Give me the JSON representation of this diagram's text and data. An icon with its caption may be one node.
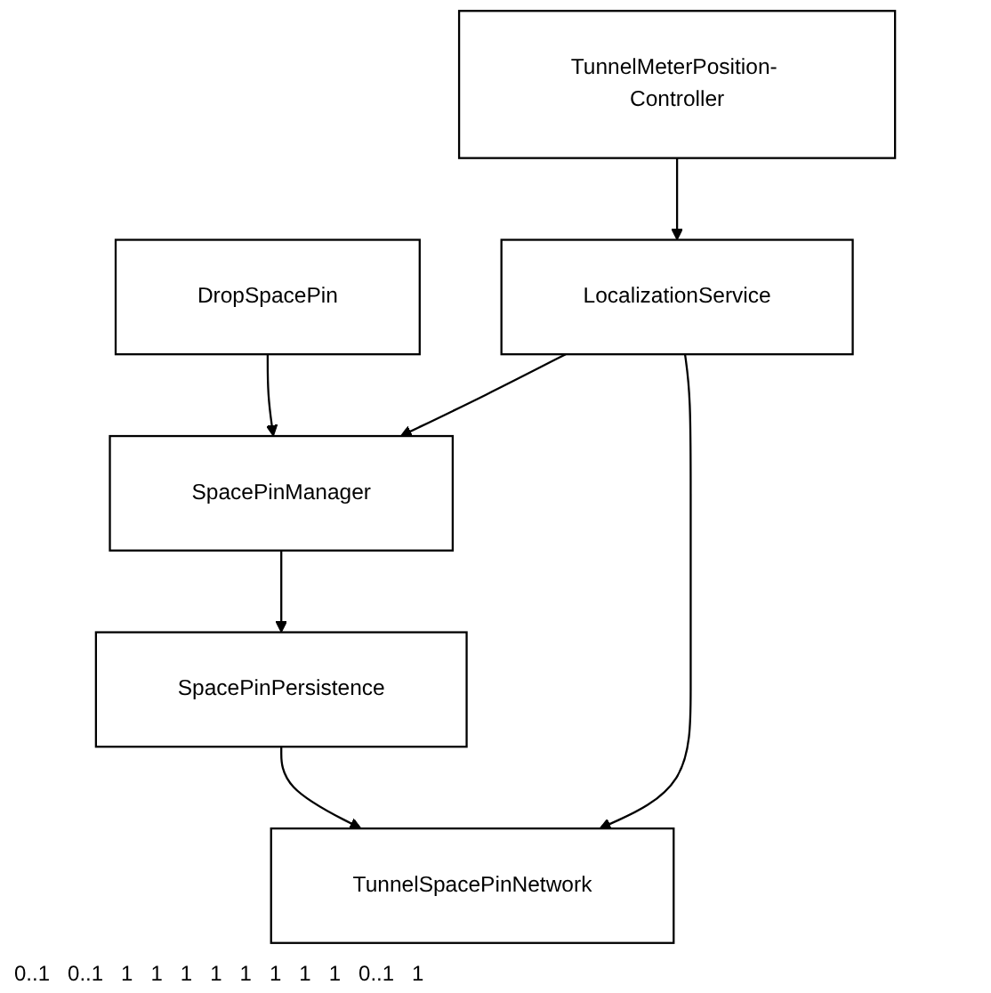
{
  "diagram": {
    "nodes": [
      {
        "text": [
          "DropSpacePin"
        ]
      },
      {
        "text": [
          "TunnelMeterPosition- Controller"
        ]
      },
      {
        "text": [
          "SpacePinManager"
        ]
      },
      {
        "text": [
          "LocalizationService"
        ]
      },
      {
        "text": [
          "SpacePinPersistence"
        ]
      },
      {
        "text": [
          "TunnelSpacePinNetwork"
        ]
      }
    ],
    "edges": [
      {
        "from": 0,
        "to": 2,
        "arrow": "to"
      },
      {
        "from": 1,
        "to": 3,
        "arrow": "to"
      },
      {
        "from": 3,
        "to": 2,
        "arrow": "to"
      },
      {
        "from": 2,
        "to": 4,
        "arrow": "to"
      },
      {
        "from": 3,
        "to": 5,
        "arrow": "to"
      },
      {
        "from": 4,
        "to": 5,
        "arrow": "to"
      }
    ],
    "labels": [
      "0..1",
      "0..1",
      "1",
      "1",
      "1",
      "1",
      "1",
      "1",
      "1",
      "1",
      "0..1",
      "1"
    ]
  }
}
